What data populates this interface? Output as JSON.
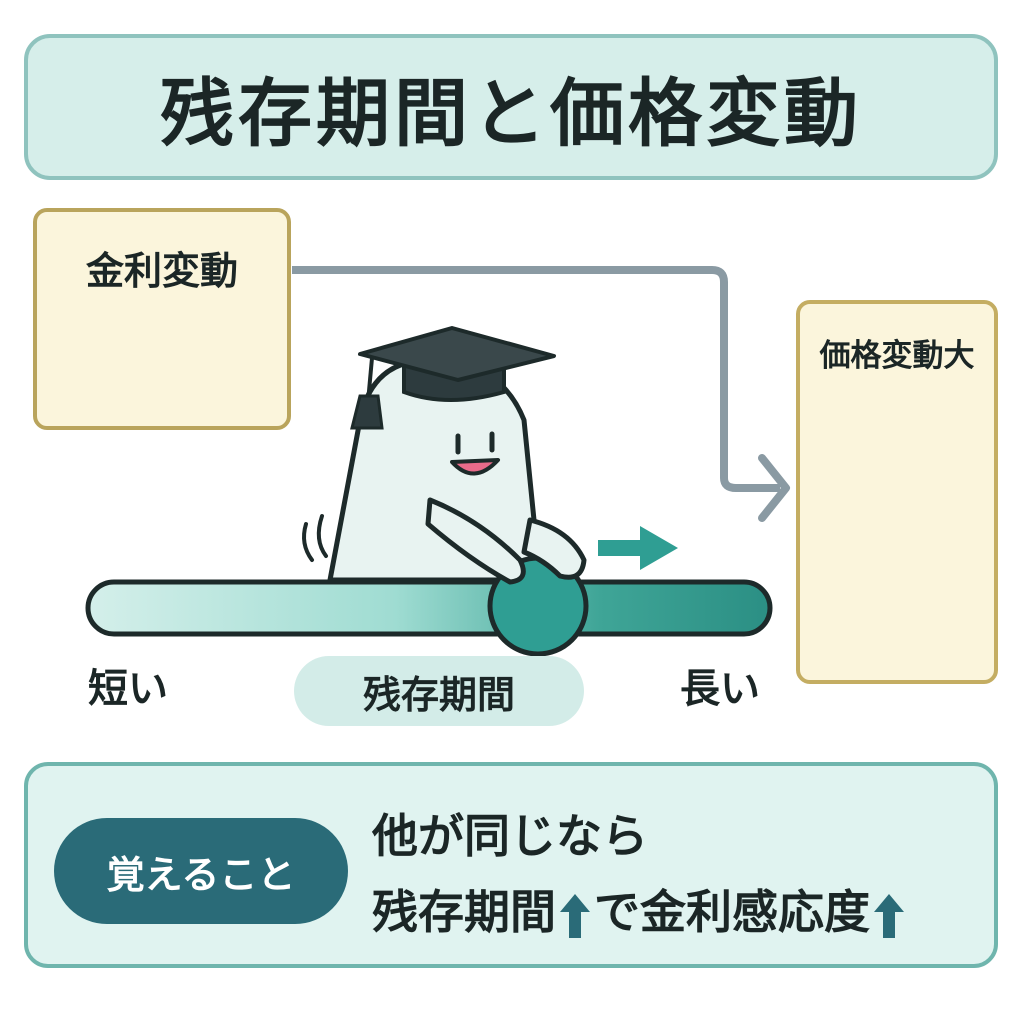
{
  "title": "残存期間と価格変動",
  "rate_box": {
    "label": "金利変動"
  },
  "price_box": {
    "label": "価格変動大"
  },
  "slider": {
    "left_label": "短い",
    "right_label": "長い",
    "pill_label": "残存期間"
  },
  "memo": {
    "badge": "覚えること",
    "line1": "他が同じなら",
    "line2_a": "残存期間",
    "line2_b": "で金利感応度"
  },
  "colors": {
    "accent_teal": "#2f9e93",
    "up_arrow": "#c0622f",
    "down_arrow": "#3a7bb0",
    "connector": "#8a9aa3",
    "badge_bg": "#2a6b78"
  },
  "icons": [
    "up-arrow-icon",
    "down-arrow-icon",
    "graduation-cap-icon",
    "right-arrow-icon"
  ]
}
